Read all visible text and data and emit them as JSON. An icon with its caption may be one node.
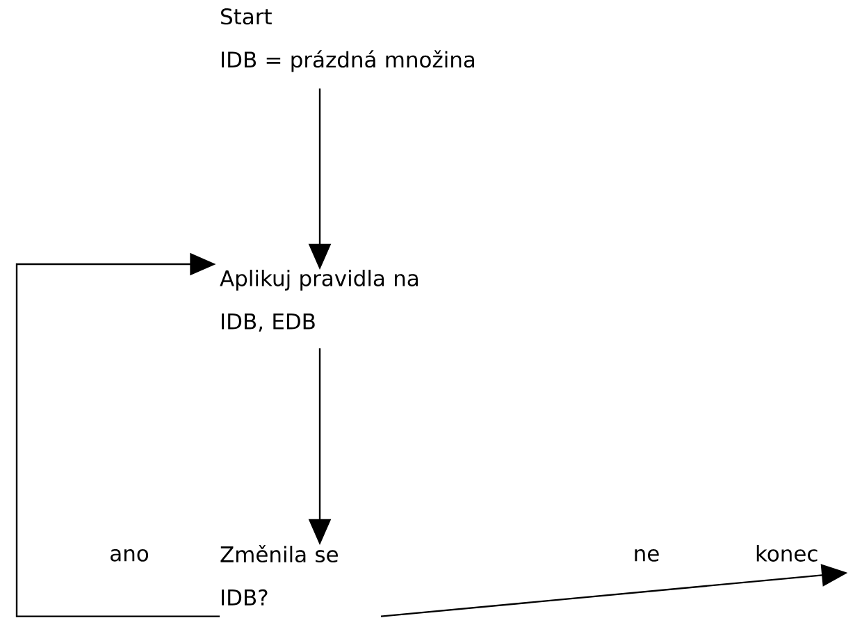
{
  "diagram": {
    "nodes": [
      {
        "text": [
          "Start",
          "IDB = prázdná množina"
        ]
      },
      {
        "text": [
          "Aplikuj pravidla na IDB, EDB"
        ]
      },
      {
        "text": [
          "Změnila se IDB?"
        ]
      },
      {
        "text": [
          "konec"
        ]
      }
    ],
    "edges": [
      {
        "from": 0,
        "to": 1,
        "arrow": "to"
      },
      {
        "from": 1,
        "to": 2,
        "arrow": "to"
      },
      {
        "from": 2,
        "to": 1,
        "arrow": "to",
        "label": "ano"
      },
      {
        "from": 2,
        "to": 3,
        "arrow": "to",
        "label": "ne"
      }
    ]
  }
}
